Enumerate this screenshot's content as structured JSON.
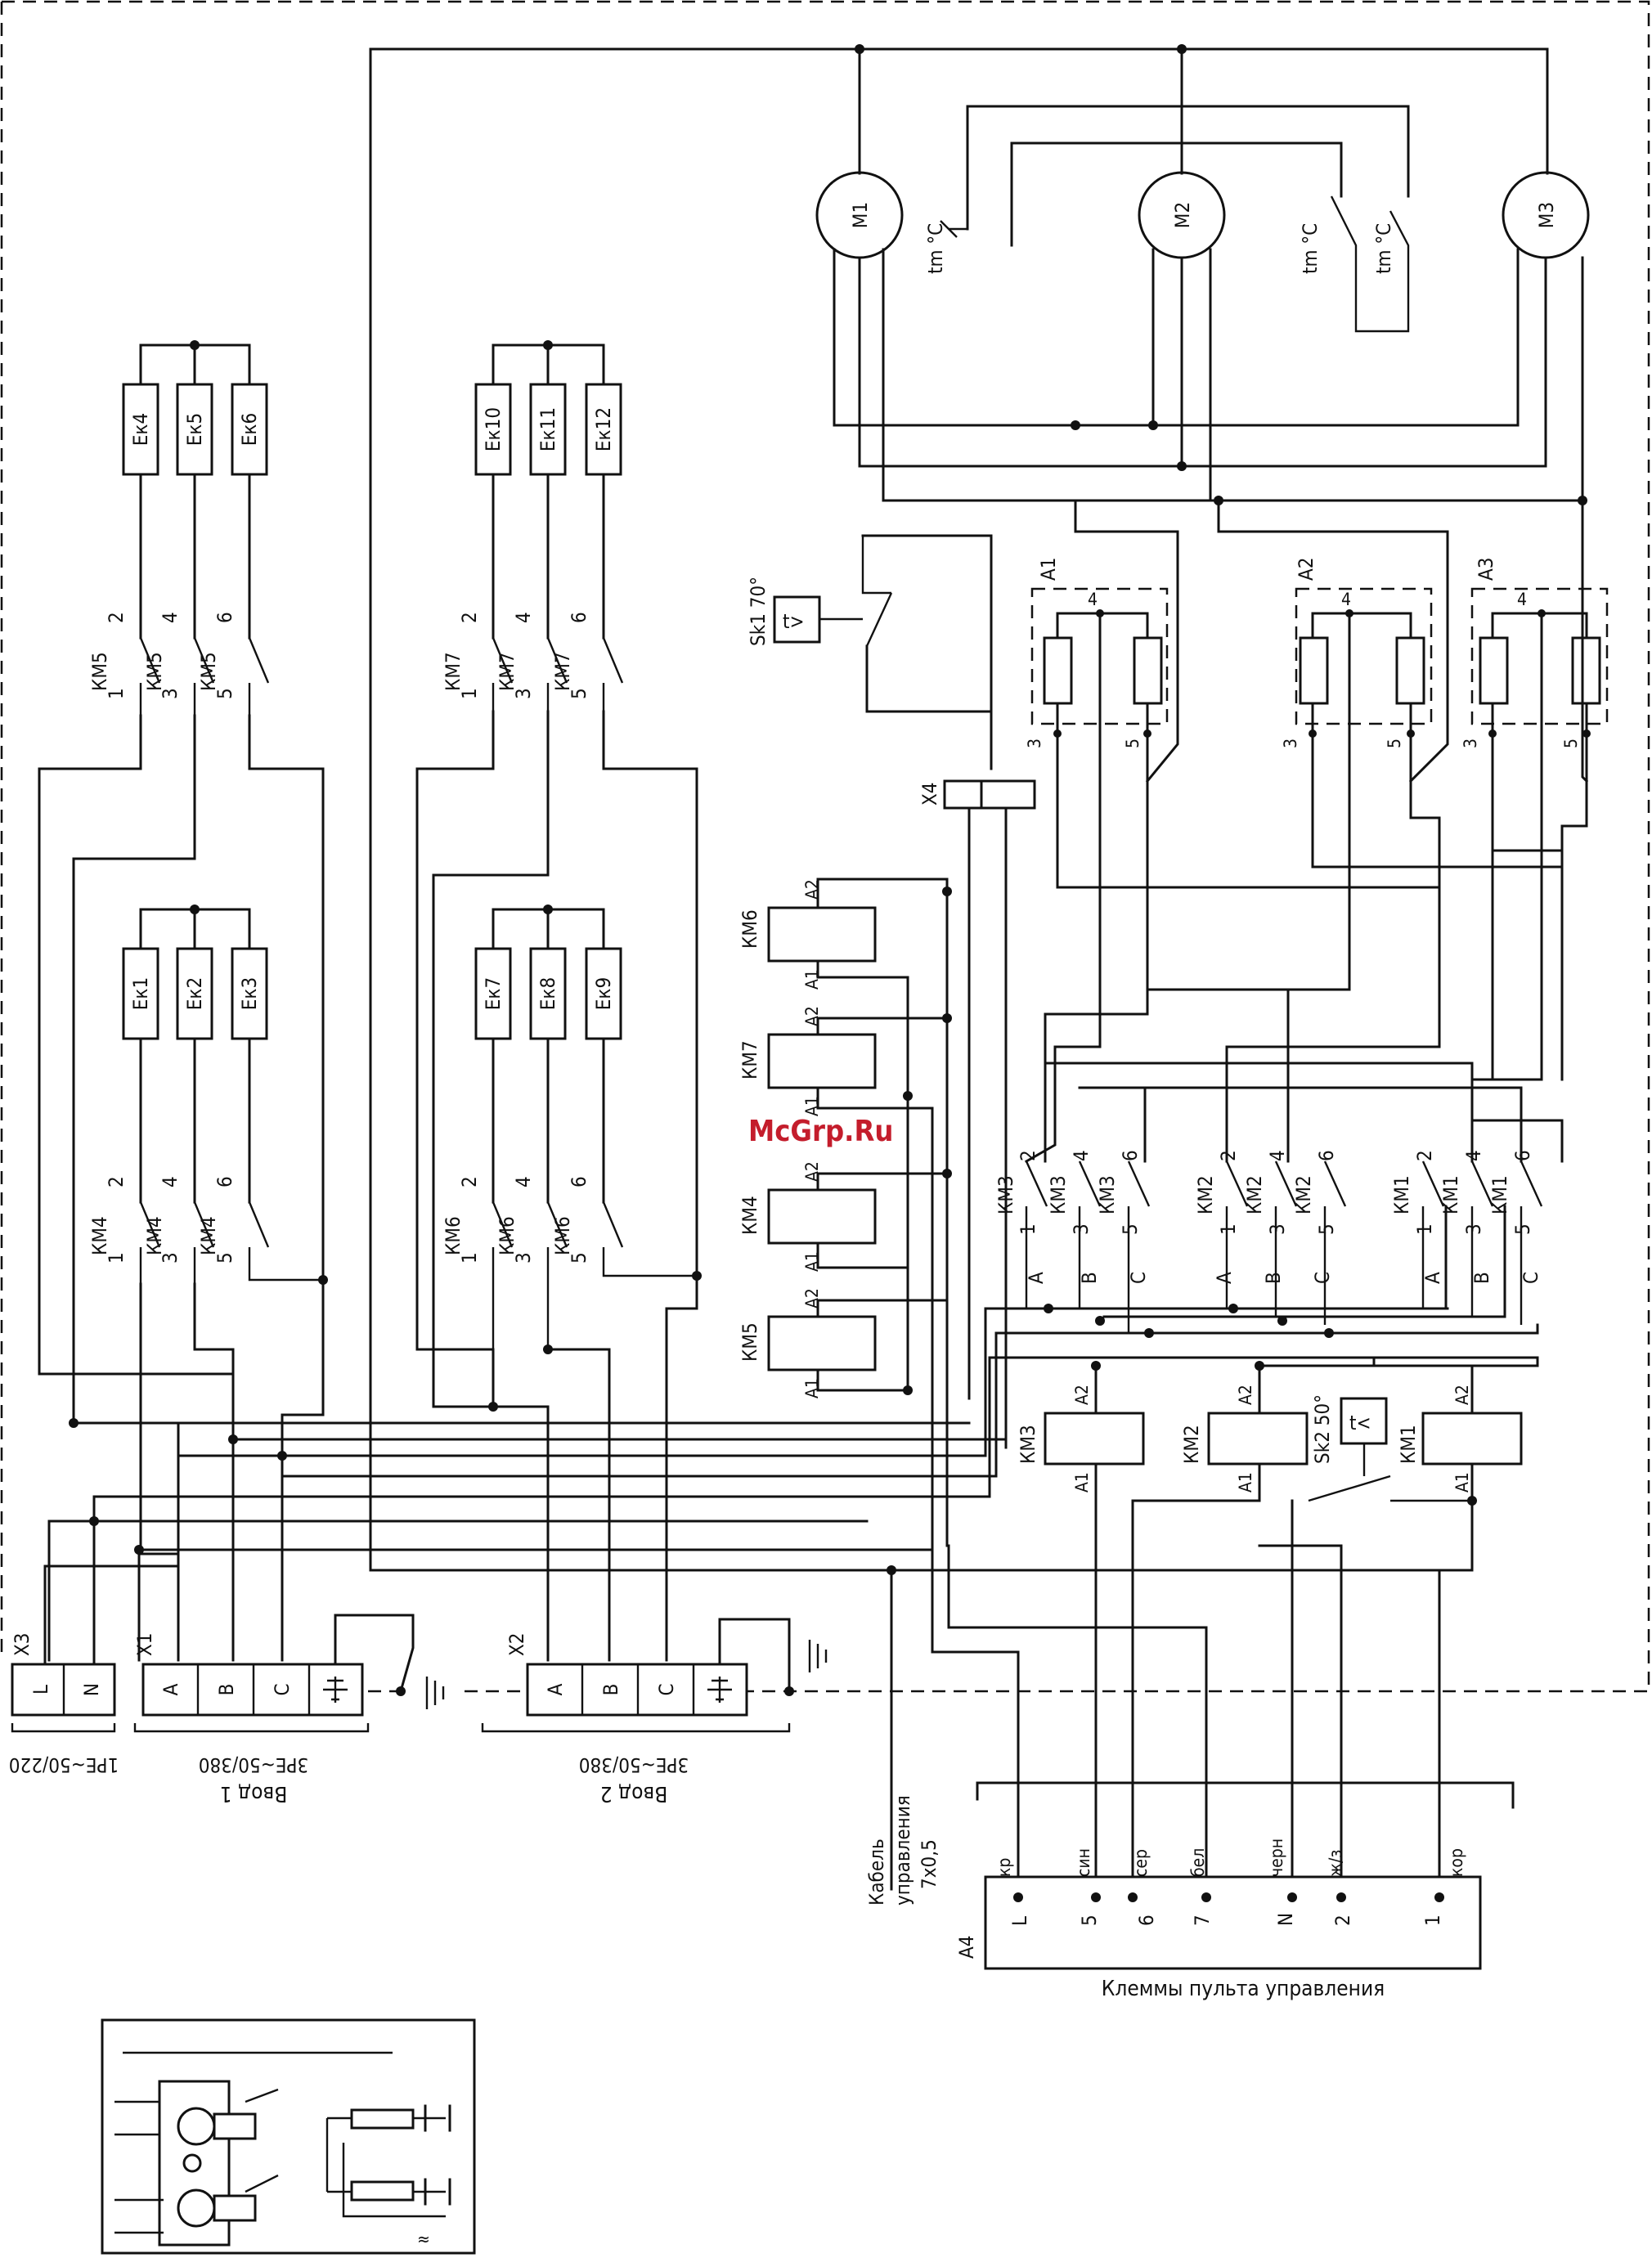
{
  "watermark": "McGrp.Ru",
  "heaters": [
    "Ек1",
    "Ек2",
    "Ек3",
    "Ек4",
    "Ек5",
    "Ек6",
    "Ек7",
    "Ек8",
    "Ек9",
    "Ек10",
    "Ек11",
    "Ек12"
  ],
  "contactor_terminals": [
    "1",
    "2",
    "3",
    "4",
    "5",
    "6"
  ],
  "contactor_poles": {
    "km1": "КМ1",
    "km2": "КМ2",
    "km3": "КМ3",
    "km4": "КМ4",
    "km5": "КМ5",
    "km6": "КМ6",
    "km7": "КМ7"
  },
  "phase_labels": [
    "A",
    "B",
    "C"
  ],
  "motors": [
    "М1",
    "М2",
    "М3"
  ],
  "thermal_switch": "tm °C",
  "sensors": {
    "sk1": "Sk1 70°",
    "sk2": "Sk2 50°"
  },
  "coil_pins": {
    "a1": "A1",
    "a2": "A2"
  },
  "connector_x4": "X4",
  "capacitor_blocks": {
    "labels": [
      "A1",
      "A2",
      "A3"
    ],
    "pin3": "3",
    "pin4": "4",
    "pin5": "5"
  },
  "terminal_blocks": {
    "x3": {
      "name": "X3",
      "pins": [
        "L",
        "N"
      ],
      "caption": "1PE~50/220"
    },
    "x1": {
      "name": "X1",
      "pins": [
        "A",
        "B",
        "C"
      ],
      "caption": "3PE~50/380",
      "title": "Ввод 1"
    },
    "x2": {
      "name": "X2",
      "pins": [
        "A",
        "B",
        "C"
      ],
      "caption": "3PE~50/380",
      "title": "Ввод 2"
    }
  },
  "control_cable": {
    "title_lines": [
      "Кабель",
      "управления",
      "7х0,5"
    ],
    "wire_colors": [
      "кр",
      "син",
      "сер",
      "бел",
      "черн",
      "ж/з",
      "кор"
    ]
  },
  "control_panel": {
    "name": "A4",
    "terminals": [
      "L",
      "5",
      "6",
      "7",
      "N",
      "2",
      "1"
    ],
    "caption": "Клеммы пульта управления"
  },
  "inset": {
    "approx_symbol": "≈"
  }
}
